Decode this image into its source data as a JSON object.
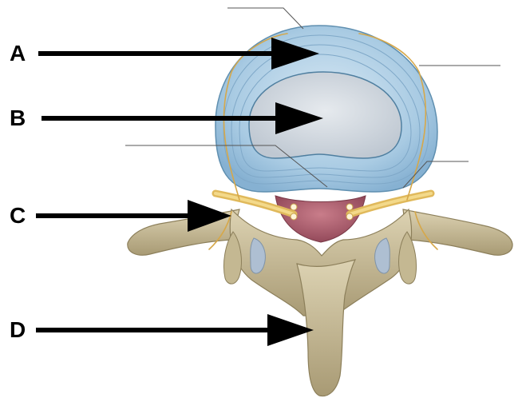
{
  "figure": {
    "labels": [
      {
        "id": "A",
        "text": "A"
      },
      {
        "id": "B",
        "text": "B"
      },
      {
        "id": "C",
        "text": "C"
      },
      {
        "id": "D",
        "text": "D"
      }
    ],
    "colors": {
      "annulus": "#9fc3de",
      "annulus_line": "#6a9ab9",
      "nucleus": "#cfd6de",
      "bone": "#c9bd9a",
      "bone_dark": "#8c7f5a",
      "nerve": "#e9c567",
      "dura": "#b06070",
      "cartilage": "#aebfd2",
      "arrow": "#000000"
    }
  }
}
